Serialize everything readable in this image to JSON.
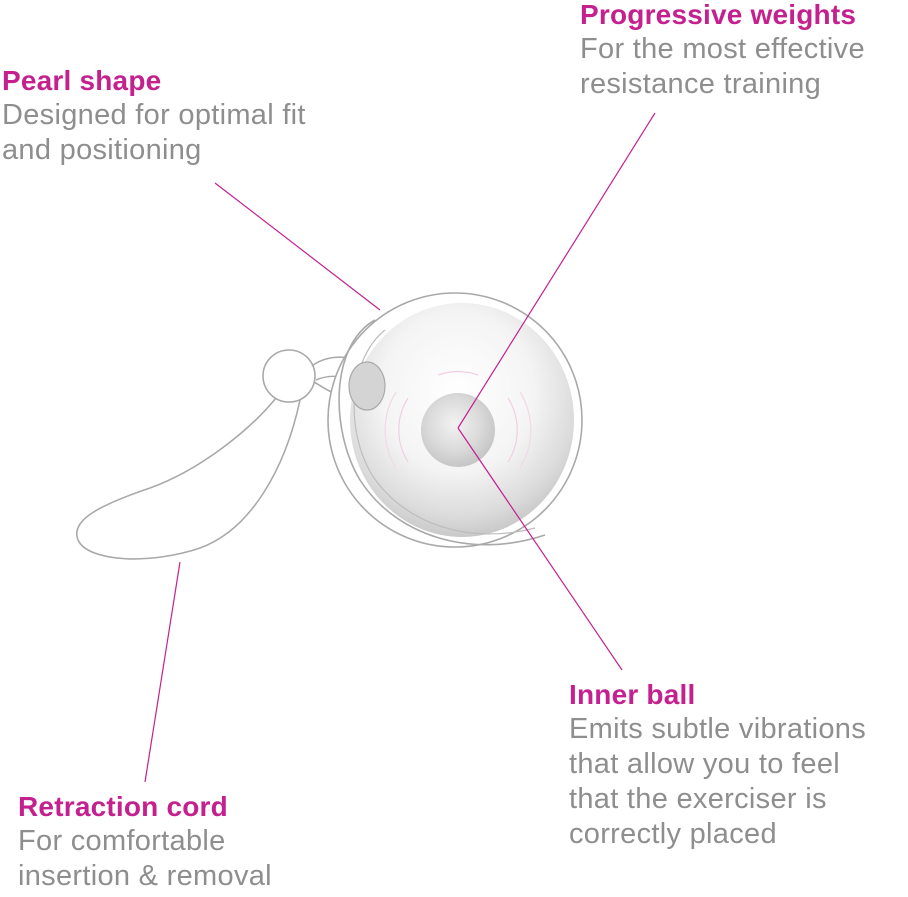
{
  "colors": {
    "accent": "#c4218f",
    "description_text": "#8e8e8e",
    "outline": "#a9a9a9"
  },
  "callouts": {
    "pearl_shape": {
      "title": "Pearl shape",
      "lines": [
        "Designed for optimal fit",
        "and positioning"
      ]
    },
    "progressive_weights": {
      "title": "Progressive weights",
      "lines": [
        "For the most effective",
        "resistance training"
      ]
    },
    "inner_ball": {
      "title": "Inner ball",
      "lines": [
        "Emits subtle vibrations",
        "that allow you to feel",
        "that the exerciser is",
        "correctly placed"
      ]
    },
    "retraction_cord": {
      "title": "Retraction cord",
      "lines": [
        "For comfortable",
        "insertion & removal"
      ]
    }
  }
}
